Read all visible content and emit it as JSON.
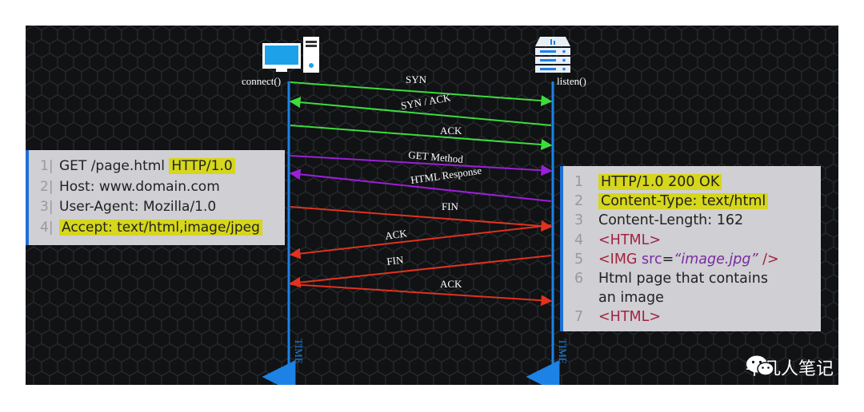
{
  "client": {
    "label": "connect()",
    "icon": "desktop-computer-icon"
  },
  "server": {
    "label": "listen()",
    "icon": "server-icon"
  },
  "timeline_label": "TIME",
  "messages": [
    {
      "label": "SYN",
      "direction": "client-to-server",
      "color": "#3ddc3d"
    },
    {
      "label": "SYN / ACK",
      "direction": "server-to-client",
      "color": "#3ddc3d"
    },
    {
      "label": "ACK",
      "direction": "client-to-server",
      "color": "#3ddc3d"
    },
    {
      "label": "GET Method",
      "direction": "client-to-server",
      "color": "#9b1fd6"
    },
    {
      "label": "HTML Response",
      "direction": "server-to-client",
      "color": "#9b1fd6"
    },
    {
      "label": "FIN",
      "direction": "client-to-server",
      "color": "#e0321e"
    },
    {
      "label": "ACK",
      "direction": "server-to-client",
      "color": "#e0321e"
    },
    {
      "label": "FIN",
      "direction": "server-to-client",
      "color": "#e0321e"
    },
    {
      "label": "ACK",
      "direction": "client-to-server",
      "color": "#e0321e"
    }
  ],
  "request_panel": {
    "lines": [
      {
        "num": "1|",
        "text": "GET /page.html ",
        "highlight": "HTTP/1.0"
      },
      {
        "num": "2|",
        "text": "Host: www.domain.com"
      },
      {
        "num": "3|",
        "text": "User-Agent: Mozilla/1.0"
      },
      {
        "num": "4|",
        "highlight": "Accept: text/html,image/jpeg"
      }
    ]
  },
  "response_panel": {
    "lines": [
      {
        "num": "1",
        "highlight": "HTTP/1.0 200 OK"
      },
      {
        "num": "2",
        "highlight": "Content-Type: text/html"
      },
      {
        "num": "3",
        "text": "Content-Length: 162"
      },
      {
        "num": "4",
        "tag": "<HTML>"
      },
      {
        "num": "5",
        "tag": "<IMG ",
        "attr": "src",
        "eq": "=",
        "str": "“image.jpg”",
        "tail": " />"
      },
      {
        "num": "6",
        "text": "Html page that contains"
      },
      {
        "num": "",
        "text": "an image"
      },
      {
        "num": "7",
        "tag": "<HTML>"
      }
    ]
  },
  "watermark": "平凡人笔记",
  "colors": {
    "timeline": "#1d82e6",
    "background": "#101214",
    "highlight": "#d6d61c"
  }
}
